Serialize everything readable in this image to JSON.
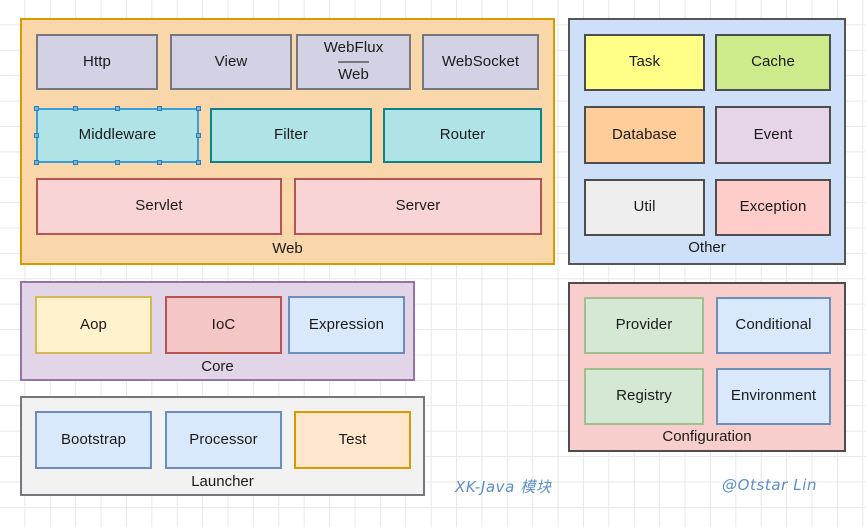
{
  "diagram": {
    "title": "XK-Java 模块",
    "author_signature": "@Otstar Lin",
    "accent_caption_color": "#5b8fc9"
  },
  "groups": {
    "web": {
      "label": "Web",
      "fill": "#fad7ab",
      "stroke": "#d79b00",
      "nodes": {
        "http": "Http",
        "view": "View",
        "webflux": "WebFlux",
        "web_sub": "Web",
        "websocket": "WebSocket",
        "middleware": "Middleware",
        "filter": "Filter",
        "router": "Router",
        "servlet": "Servlet",
        "server": "Server"
      }
    },
    "other": {
      "label": "Other",
      "fill": "#cde0f7",
      "stroke": "#555555",
      "nodes": {
        "task": "Task",
        "cache": "Cache",
        "database": "Database",
        "event": "Event",
        "util": "Util",
        "exception": "Exception"
      }
    },
    "core": {
      "label": "Core",
      "fill": "#e1d5e7",
      "stroke": "#9673a6",
      "nodes": {
        "aop": "Aop",
        "ioc": "IoC",
        "expression": "Expression"
      }
    },
    "launcher": {
      "label": "Launcher",
      "fill": "#f2f2f2",
      "stroke": "#77747c",
      "nodes": {
        "bootstrap": "Bootstrap",
        "processor": "Processor",
        "test": "Test"
      }
    },
    "configuration": {
      "label": "Configuration",
      "fill": "#f8cecc",
      "stroke": "#4d4d4d",
      "nodes": {
        "provider": "Provider",
        "conditional": "Conditional",
        "registry": "Registry",
        "environment": "Environment"
      }
    }
  },
  "selection": {
    "selected_node": "Middleware",
    "handle_color": "#76b5e0"
  }
}
